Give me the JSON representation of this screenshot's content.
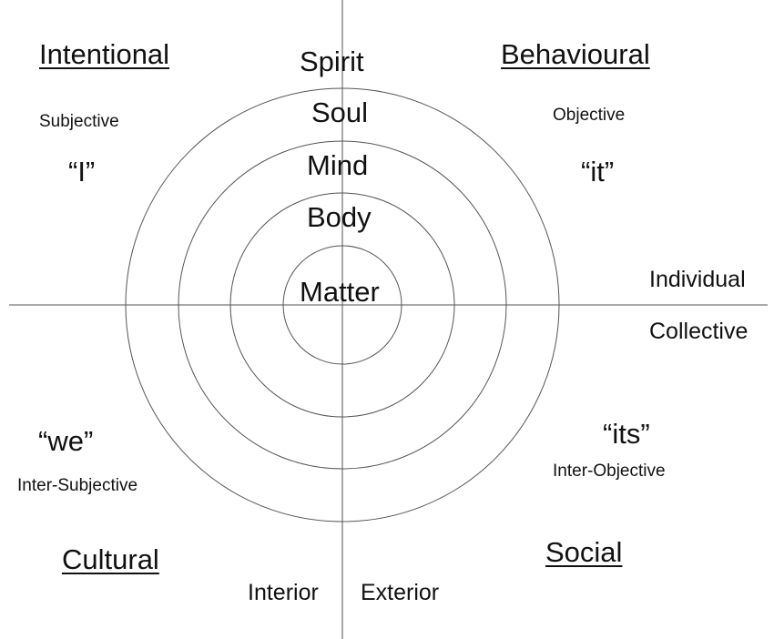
{
  "quadrants": {
    "upper_left": {
      "heading": "Intentional",
      "perspective": "Subjective",
      "pronoun": "“I”"
    },
    "upper_right": {
      "heading": "Behavioural",
      "perspective": "Objective",
      "pronoun": "“it”"
    },
    "lower_left": {
      "heading": "Cultural",
      "perspective": "Inter-Subjective",
      "pronoun": "“we”"
    },
    "lower_right": {
      "heading": "Social",
      "perspective": "Inter-Objective",
      "pronoun": "“its”"
    }
  },
  "levels": {
    "spirit": "Spirit",
    "soul": "Soul",
    "mind": "Mind",
    "body": "Body",
    "matter": "Matter"
  },
  "axes": {
    "individual": "Individual",
    "collective": "Collective",
    "interior": "Interior",
    "exterior": "Exterior"
  },
  "colors": {
    "line": "#555555",
    "text": "#111111"
  }
}
